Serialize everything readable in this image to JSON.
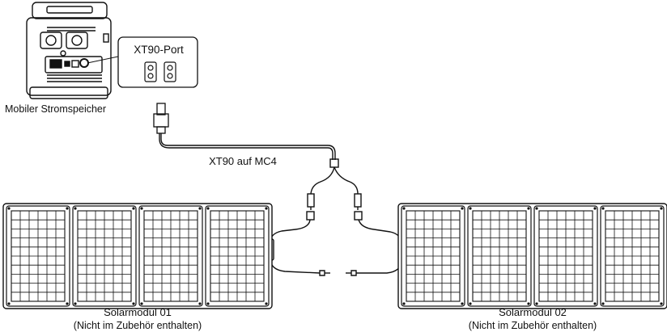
{
  "labels": {
    "port": "XT90-Port",
    "station": "Mobiler Stromspeicher",
    "cable": "XT90 auf MC4",
    "panel1_name": "Solarmodul 01",
    "panel1_note": "(Nicht im Zubehör enthalten)",
    "panel2_name": "Solarmodul 02",
    "panel2_note": "(Nicht im Zubehör enthalten)"
  },
  "panels": [
    {
      "id": "solar-panel-01",
      "modules": 4
    },
    {
      "id": "solar-panel-02",
      "modules": 4
    }
  ],
  "colors": {
    "line": "#111111",
    "background": "#ffffff"
  }
}
